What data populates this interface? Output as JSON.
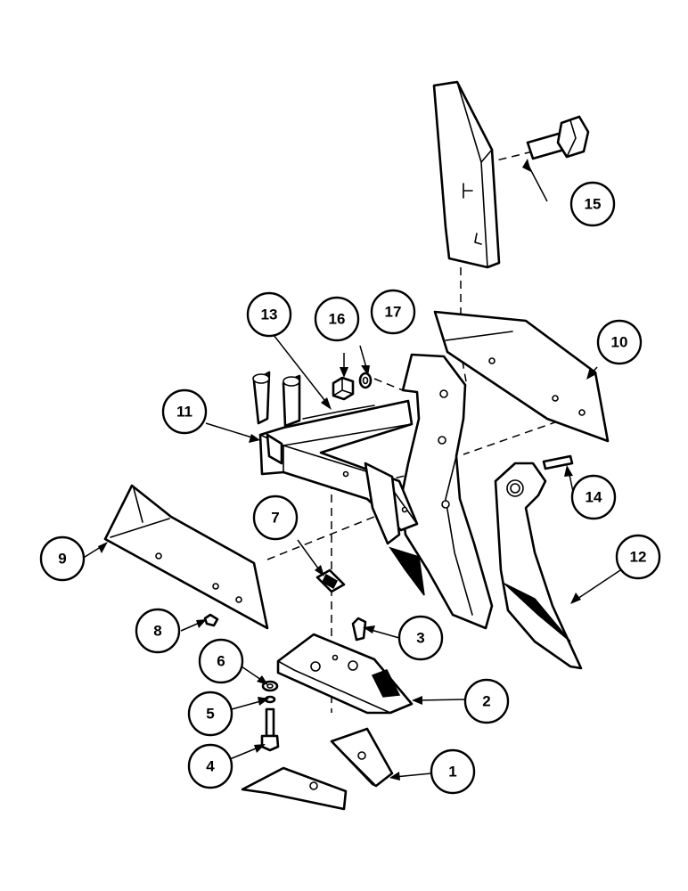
{
  "callouts": [
    {
      "id": "part-1",
      "label": "1"
    },
    {
      "id": "part-2",
      "label": "2"
    },
    {
      "id": "part-3",
      "label": "3"
    },
    {
      "id": "part-4",
      "label": "4"
    },
    {
      "id": "part-5",
      "label": "5"
    },
    {
      "id": "part-6",
      "label": "6"
    },
    {
      "id": "part-7",
      "label": "7"
    },
    {
      "id": "part-8",
      "label": "8"
    },
    {
      "id": "part-9",
      "label": "9"
    },
    {
      "id": "part-10",
      "label": "10"
    },
    {
      "id": "part-11",
      "label": "11"
    },
    {
      "id": "part-12",
      "label": "12"
    },
    {
      "id": "part-13",
      "label": "13"
    },
    {
      "id": "part-14",
      "label": "14"
    },
    {
      "id": "part-15",
      "label": "15"
    },
    {
      "id": "part-16",
      "label": "16"
    },
    {
      "id": "part-17",
      "label": "17"
    }
  ]
}
